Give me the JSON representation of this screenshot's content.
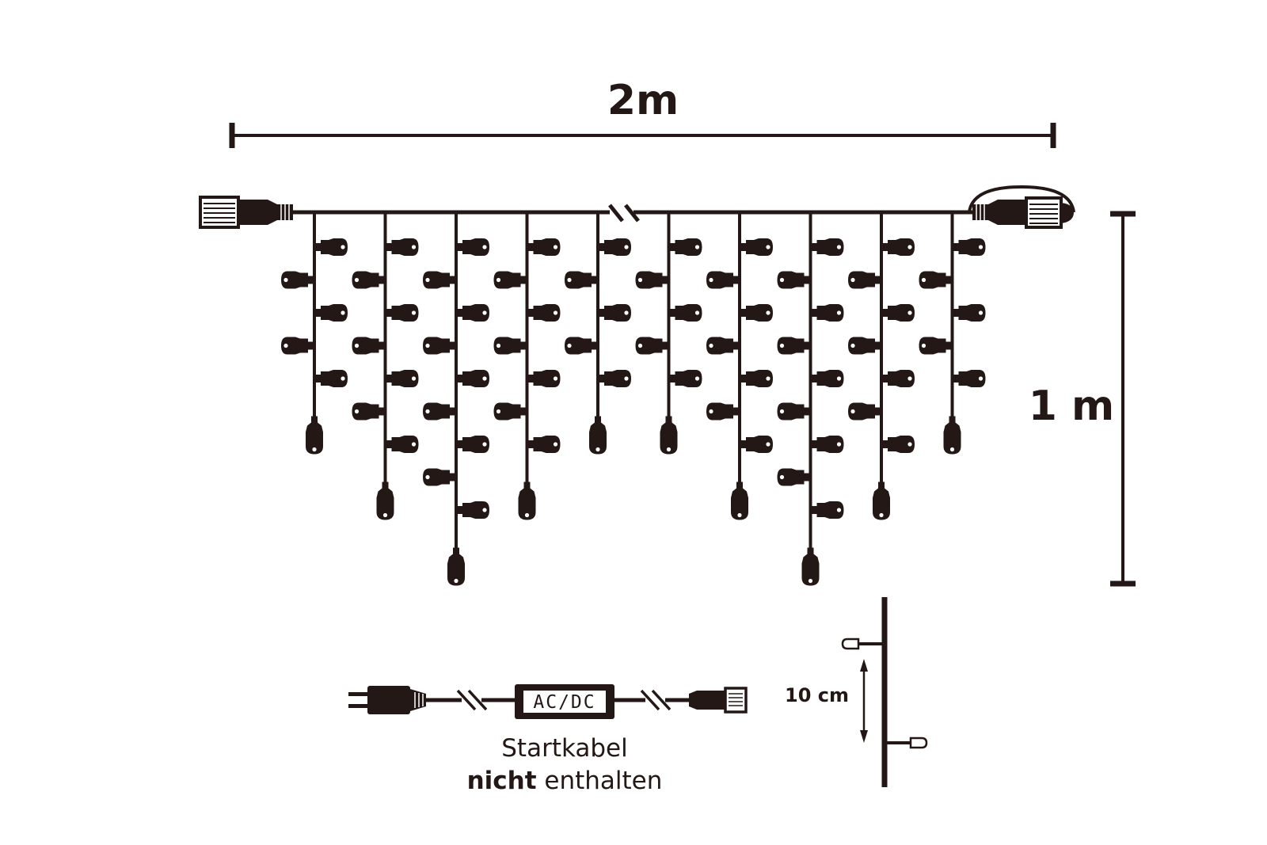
{
  "dimensions": {
    "width_label": "2m",
    "height_label": "1 m",
    "spacing_label": "10 cm"
  },
  "start_cable": {
    "box_label": "AC/DC",
    "caption_line1": "Startkabel",
    "caption_bold": "nicht",
    "caption_rest": " enthalten"
  },
  "icicle_strands": {
    "count": 10,
    "lengths_in_leds": [
      6,
      8,
      10,
      8,
      6,
      6,
      8,
      10,
      8,
      6
    ]
  },
  "colors": {
    "ink": "#231815",
    "background": "#ffffff"
  },
  "icons": [
    "end-connector-icon",
    "led-bulb-icon",
    "euro-plug-icon",
    "ac-dc-adapter-icon",
    "cable-break-icon"
  ]
}
